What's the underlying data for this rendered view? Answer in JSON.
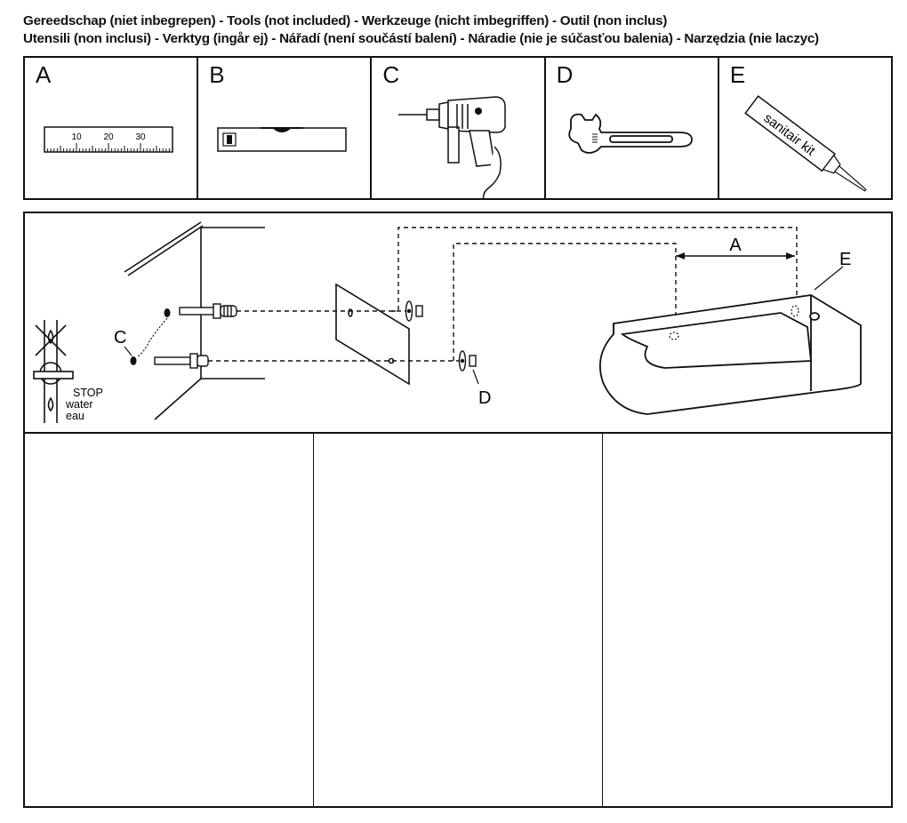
{
  "header": {
    "line1": "Gereedschap (niet inbegrepen) - Tools (not included) -  Werkzeuge (nicht imbegriffen) - Outil (non inclus)",
    "line2": "Utensili (non inclusi) - Verktyg (ingår ej) - Nářadí (není součástí balení) - Náradie (nie je súčasťou balenia) - Narzędzia (nie laczyc)"
  },
  "tools": [
    {
      "letter": "A",
      "icon": "ruler-icon",
      "ticks": [
        "10",
        "20",
        "30"
      ]
    },
    {
      "letter": "B",
      "icon": "spirit-level-icon"
    },
    {
      "letter": "C",
      "icon": "drill-icon"
    },
    {
      "letter": "D",
      "icon": "adjustable-wrench-icon"
    },
    {
      "letter": "E",
      "icon": "sealant-tube-icon",
      "tube_text": "sanitair kit"
    }
  ],
  "diagram": {
    "stop_lines": [
      "STOP",
      "water",
      "eau"
    ],
    "label_c": "C",
    "label_d": "D",
    "label_a": "A",
    "label_e": "E"
  },
  "steps": [
    {
      "id": "step-1"
    },
    {
      "id": "step-2"
    },
    {
      "id": "step-3"
    }
  ]
}
